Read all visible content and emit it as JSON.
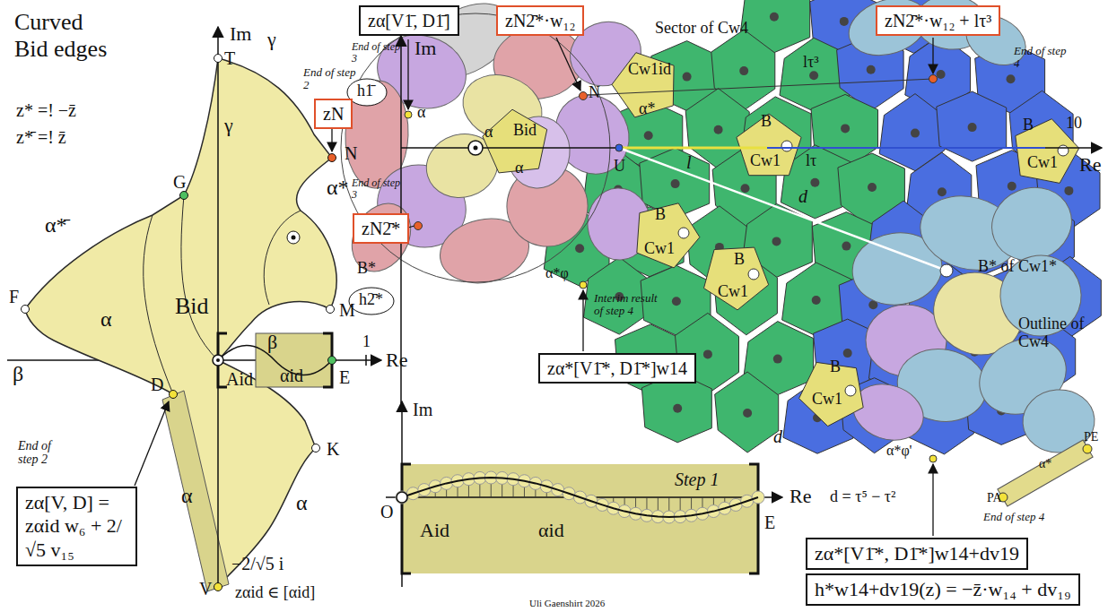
{
  "diagram": {
    "title": "Curved Bid edges",
    "nodes": [
      {
        "text": [
          "zα[V1̄, D1̄]"
        ]
      },
      {
        "text": [
          "zN2̄*·w₁₂"
        ]
      },
      {
        "text": [
          "zN2̄*·w₁₂ + lτ³"
        ]
      },
      {
        "text": [
          "zN"
        ]
      },
      {
        "text": [
          "zN2̄*"
        ]
      },
      {
        "text": [
          "zα*[V1̄*, D1̄*]w14"
        ]
      },
      {
        "text": [
          "zα[V, D] = zαid w₆ + 2/√5 v₁₅"
        ]
      },
      {
        "text": [
          "zα*[V1̄*, D1̄*]w14+dv19"
        ]
      },
      {
        "text": [
          "h*w14+dv19(z) = −z̄·w₁₄ + dv₁₉"
        ]
      }
    ],
    "labels": [
      "z* =! −z̄",
      "z*̄ =! z̄",
      "Im",
      "T",
      "γ",
      "γ",
      "End of step 2",
      "N",
      "α*̄",
      "α*",
      "G",
      "F",
      "α",
      "Bid",
      "M",
      "β",
      "β",
      "Aid",
      "αid",
      "E",
      "1",
      "Re",
      "D",
      "K",
      "α",
      "End of step 2",
      "α",
      "V",
      "−2/√5 i",
      "zαid ∈ [αid]",
      "Im",
      "Step 1",
      "Re",
      "O",
      "Aid",
      "αid",
      "E",
      "Uli Gaenshirt 2026",
      "Im",
      "End of step 3",
      "Sector of Cw4",
      "End of step 4",
      "lτ³",
      "α",
      "N",
      "α*",
      "Cw1id",
      "h1̄",
      "Bid",
      "α",
      "α",
      "U",
      "l",
      "B",
      "Cw1",
      "lτ",
      "B",
      "Cw1",
      "10",
      "Re",
      "End of step 3",
      "B*",
      "h2̄*",
      "B",
      "Cw1",
      "B",
      "Cw1",
      "d",
      "α*φ",
      "Interim result of step 4",
      "B* of Cw1*",
      "Outline of Cw4",
      "B",
      "Cw1",
      "d",
      "α*φ'",
      "PE",
      "PA",
      "α*",
      "d = τ⁵ − τ²",
      "End of step 4"
    ]
  }
}
